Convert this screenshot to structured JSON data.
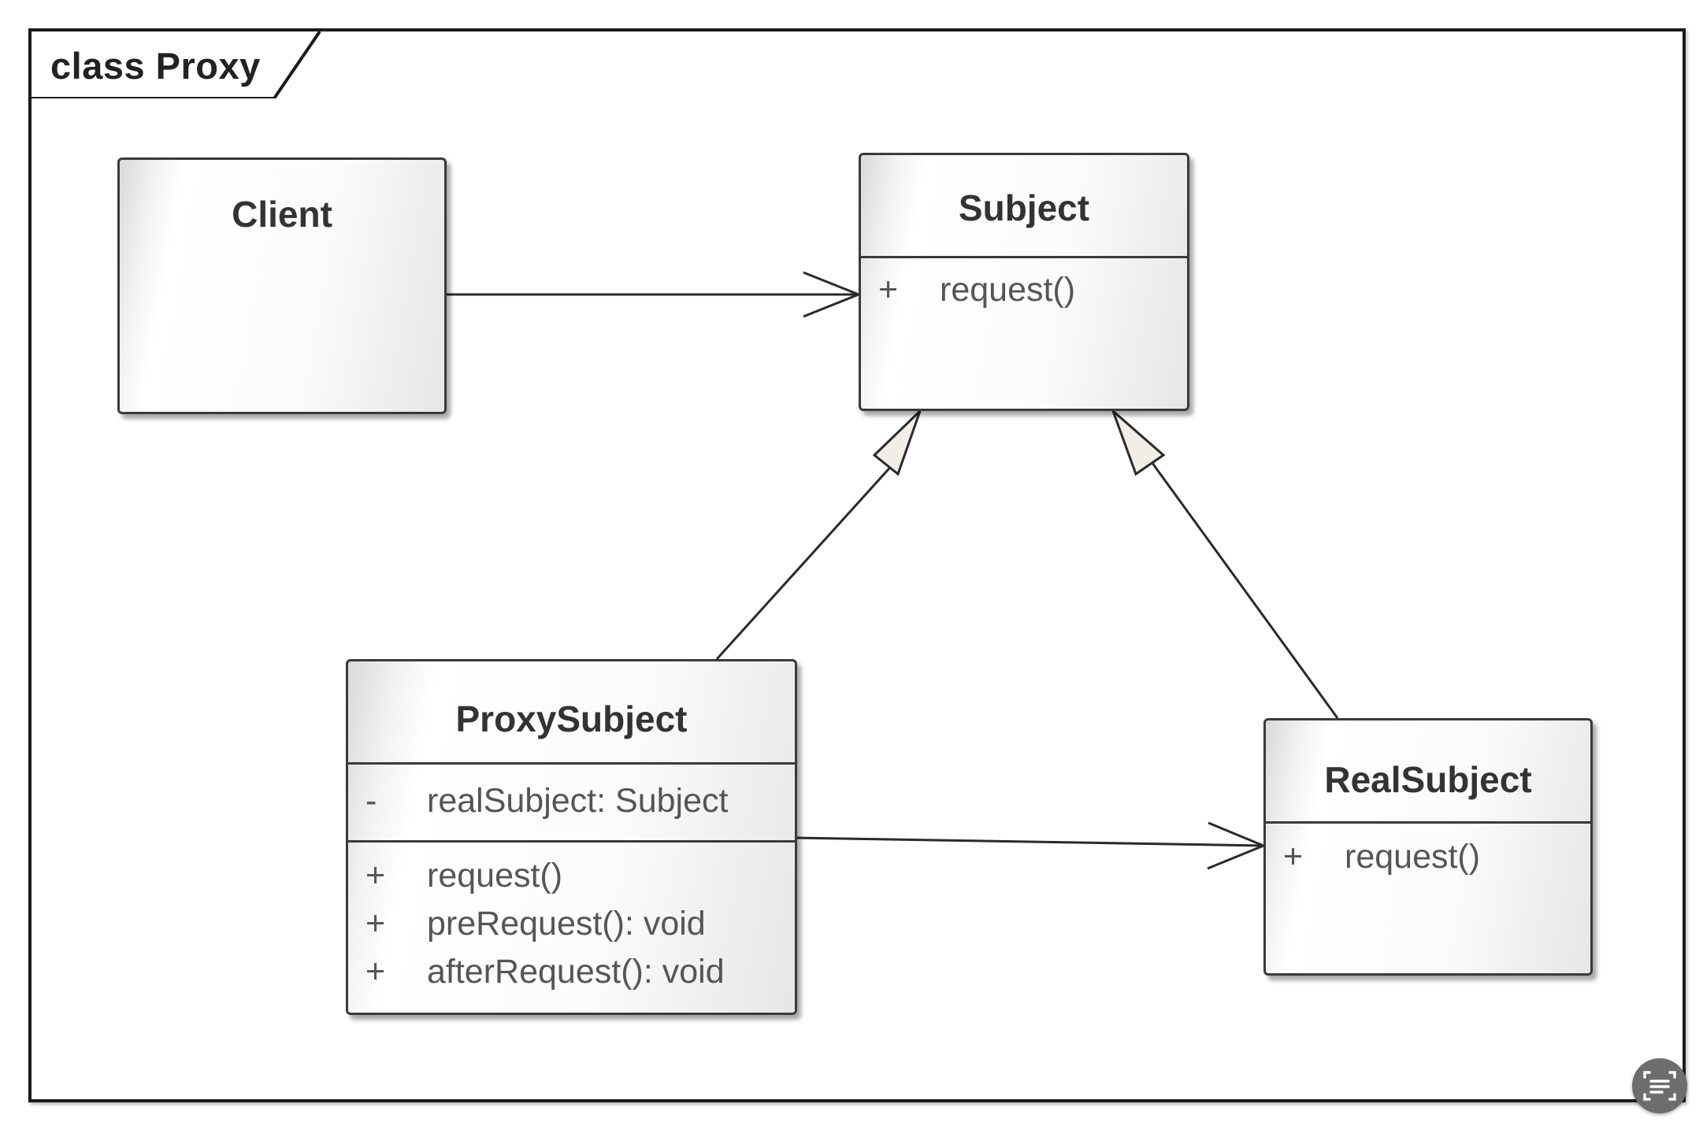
{
  "frame": {
    "title": "class Proxy"
  },
  "classes": {
    "client": {
      "name": "Client"
    },
    "subject": {
      "name": "Subject",
      "operations": [
        {
          "visibility": "+",
          "signature": "request()"
        }
      ]
    },
    "proxy_subject": {
      "name": "ProxySubject",
      "attributes": [
        {
          "visibility": "-",
          "signature": "realSubject: Subject"
        }
      ],
      "operations": [
        {
          "visibility": "+",
          "signature": "request()"
        },
        {
          "visibility": "+",
          "signature": "preRequest(): void"
        },
        {
          "visibility": "+",
          "signature": "afterRequest(): void"
        }
      ]
    },
    "real_subject": {
      "name": "RealSubject",
      "operations": [
        {
          "visibility": "+",
          "signature": "request()"
        }
      ]
    }
  },
  "relationships": [
    {
      "from": "Client",
      "to": "Subject",
      "type": "association"
    },
    {
      "from": "ProxySubject",
      "to": "Subject",
      "type": "generalization"
    },
    {
      "from": "RealSubject",
      "to": "Subject",
      "type": "generalization"
    },
    {
      "from": "ProxySubject",
      "to": "RealSubject",
      "type": "association"
    }
  ],
  "overlay": {
    "icon": "scan-text-icon"
  }
}
